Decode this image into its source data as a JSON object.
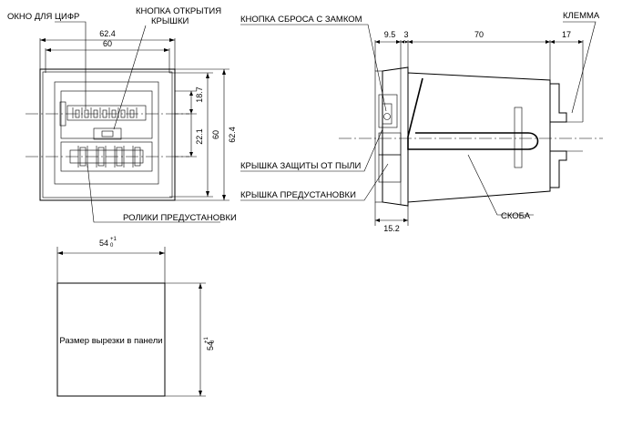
{
  "labels": {
    "digit_window": "ОКНО ДЛЯ ЦИФР",
    "cover_open_button": "КНОПКА ОТКРЫТИЯ",
    "cover_open_button_2": "КРЫШКИ",
    "preset_rollers": "РОЛИКИ ПРЕДУСТАНОВКИ",
    "reset_button_lock": "КНОПКА СБРОСА С ЗАМКОМ",
    "terminal": "КЛЕММА",
    "dust_cover": "КРЫШКА ЗАЩИТЫ ОТ ПЫЛИ",
    "preset_cover": "КРЫШКА ПРЕДУСТАНОВКИ",
    "bracket": "СКОБА",
    "panel_cutout": "Размер вырезки в панели"
  },
  "dimensions": {
    "front_outer_width": "62.4",
    "front_inner_width": "60",
    "front_upper_height": "18.7",
    "front_mid_height": "22.1",
    "front_inner_height": "60",
    "front_outer_height": "62.4",
    "side_front": "9.5",
    "side_gap": "3",
    "side_body": "70",
    "side_terminal": "17",
    "side_cover_depth": "15.2",
    "cutout_width": "54",
    "cutout_width_tol_upper": "+1",
    "cutout_width_tol_lower": "0",
    "cutout_height": "54",
    "cutout_height_tol_upper": "+1",
    "cutout_height_tol_lower": "0"
  }
}
